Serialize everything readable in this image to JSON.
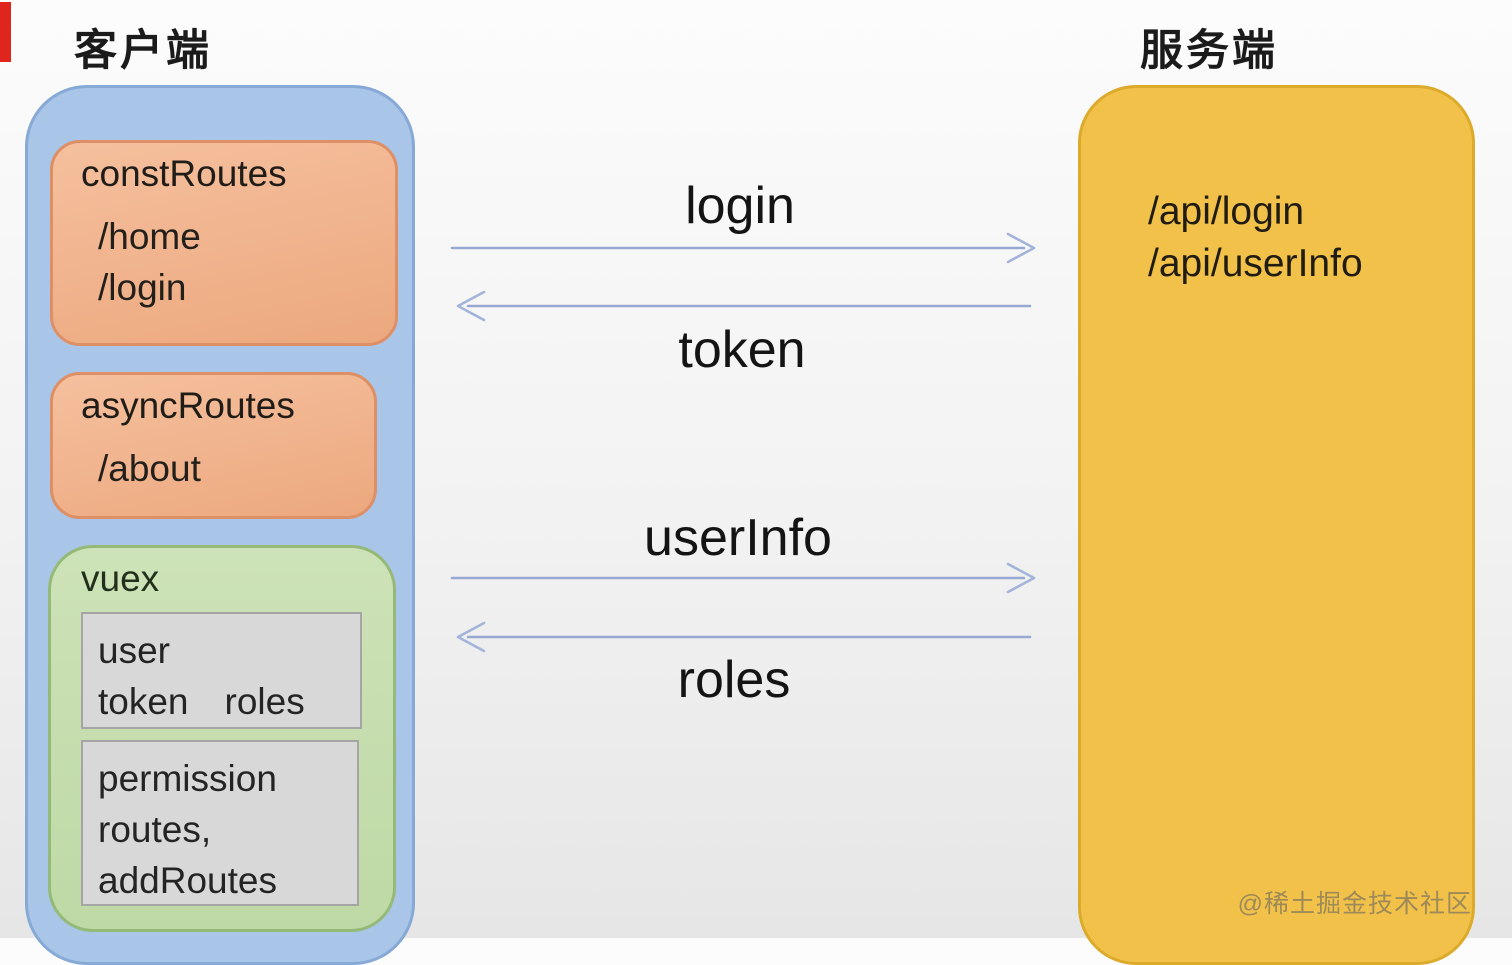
{
  "diagram": {
    "client": {
      "title": "客户端",
      "const_routes": {
        "title": "constRoutes",
        "routes": [
          "/home",
          "/login"
        ]
      },
      "async_routes": {
        "title": "asyncRoutes",
        "routes": [
          "/about"
        ]
      },
      "vuex": {
        "title": "vuex",
        "state_box": {
          "line1": "user",
          "line2_left": "token",
          "line2_right": "roles"
        },
        "permission_box": {
          "lines": [
            "permission",
            "routes,",
            "addRoutes"
          ]
        }
      }
    },
    "server": {
      "title": "服务端",
      "endpoints": [
        "/api/login",
        "/api/userInfo"
      ]
    },
    "flows": [
      {
        "label": "login",
        "direction": "client-to-server"
      },
      {
        "label": "token",
        "direction": "server-to-client"
      },
      {
        "label": "userInfo",
        "direction": "client-to-server"
      },
      {
        "label": "roles",
        "direction": "server-to-client"
      }
    ],
    "watermark": "@稀土掘金技术社区",
    "colors": {
      "accent_red": "#e0251f",
      "client_container": "#a9c5e8",
      "client_border": "#86a9d6",
      "route_box": "#f0b18d",
      "route_box_border": "#de8f66",
      "vuex_box": "#c6deb0",
      "vuex_border": "#95ba77",
      "state_box": "#d8d8d8",
      "state_box_border": "#a5a5a5",
      "server_box": "#f2c149",
      "server_border": "#dcab2c",
      "arrow": "#97a9d2"
    }
  }
}
